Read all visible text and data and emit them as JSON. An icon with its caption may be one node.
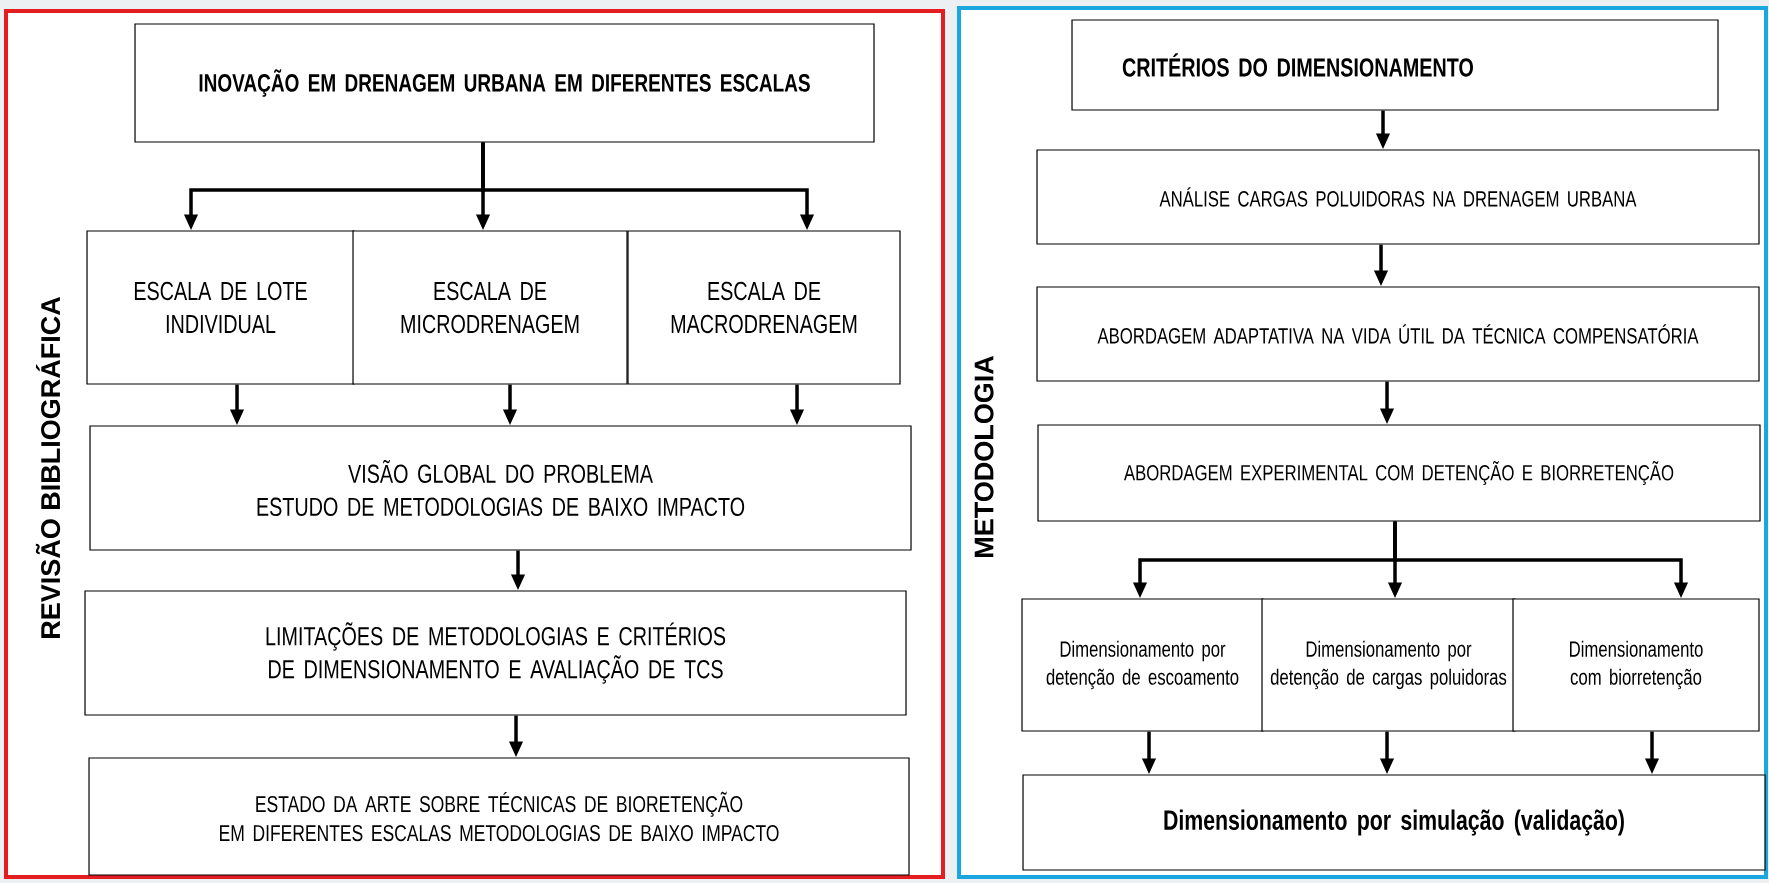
{
  "diagram": {
    "nodes": [
      {
        "text": [
          "REVISÃO BIBLIOGRÁFICA"
        ]
      },
      {
        "text": [
          "INOVAÇÃO  EM DRENAGEM URBANA EM DIFERENTES ESCALAS"
        ],
        "in": 0
      },
      {
        "text": [
          "ESCALA DE LOTE INDIVIDUAL"
        ],
        "in": 0
      },
      {
        "text": [
          "ESCALA DE MICRODRENAGEM"
        ],
        "in": 0
      },
      {
        "text": [
          "ESCALA DE MACRODRENAGEM"
        ],
        "in": 0
      },
      {
        "text": [
          "VISÃO GLOBAL DO PROBLEMA",
          "ESTUDO DE METODOLOGIAS DE BAIXO IMPACTO"
        ],
        "in": 0
      },
      {
        "text": [
          "LIMITAÇÕES DE METODOLOGIAS E CRITÉRIOS DE DIMENSIONAMENTO E AVALIAÇÃO DE TCS"
        ],
        "in": 0
      },
      {
        "text": [
          "ESTADO DA ARTE SOBRE TÉCNICAS DE BIORETENÇÃO",
          "EM DIFERENTES ESCALAS METODOLOGIAS DE BAIXO IMPACTO"
        ],
        "in": 0
      },
      {
        "text": [
          "METODOLOGIA"
        ]
      },
      {
        "text": [
          "CRITÉRIOS DO DIMENSIONAMENTO"
        ],
        "in": 8
      },
      {
        "text": [
          "ANÁLISE CARGAS POLUIDORAS NA DRENAGEM URBANA"
        ],
        "in": 8
      },
      {
        "text": [
          "ABORDAGEM ADAPTATIVA NA VIDA ÚTIL DA TÉCNICA COMPENSATÓRIA"
        ],
        "in": 8
      },
      {
        "text": [
          "ABORDAGEM EXPERIMENTAL COM DETENÇÃO E BIORRETENÇÃO"
        ],
        "in": 8
      },
      {
        "text": [
          "Dimensionamento por detenção de escoamento"
        ],
        "in": 8
      },
      {
        "text": [
          "Dimensionamento por detenção de cargas poluidoras"
        ],
        "in": 8
      },
      {
        "text": [
          "Dimensionamento com biorretenção"
        ],
        "in": 8
      },
      {
        "text": [
          "Dimensionamento por simulação (validação)"
        ],
        "in": 8
      }
    ],
    "edges": [
      {
        "from": 1,
        "to": 2,
        "arrow": "to"
      },
      {
        "from": 1,
        "to": 3,
        "arrow": "to"
      },
      {
        "from": 1,
        "to": 4,
        "arrow": "to"
      },
      {
        "from": 2,
        "to": 5,
        "arrow": "to"
      },
      {
        "from": 3,
        "to": 5,
        "arrow": "to"
      },
      {
        "from": 4,
        "to": 5,
        "arrow": "to"
      },
      {
        "from": 5,
        "to": 6,
        "arrow": "to"
      },
      {
        "from": 6,
        "to": 7,
        "arrow": "to"
      },
      {
        "from": 9,
        "to": 10,
        "arrow": "to"
      },
      {
        "from": 10,
        "to": 11,
        "arrow": "to"
      },
      {
        "from": 11,
        "to": 12,
        "arrow": "to"
      },
      {
        "from": 12,
        "to": 13,
        "arrow": "to"
      },
      {
        "from": 12,
        "to": 14,
        "arrow": "to"
      },
      {
        "from": 12,
        "to": 15,
        "arrow": "to"
      },
      {
        "from": 13,
        "to": 16,
        "arrow": "to"
      },
      {
        "from": 14,
        "to": 16,
        "arrow": "to"
      },
      {
        "from": 15,
        "to": 16,
        "arrow": "to"
      }
    ]
  }
}
